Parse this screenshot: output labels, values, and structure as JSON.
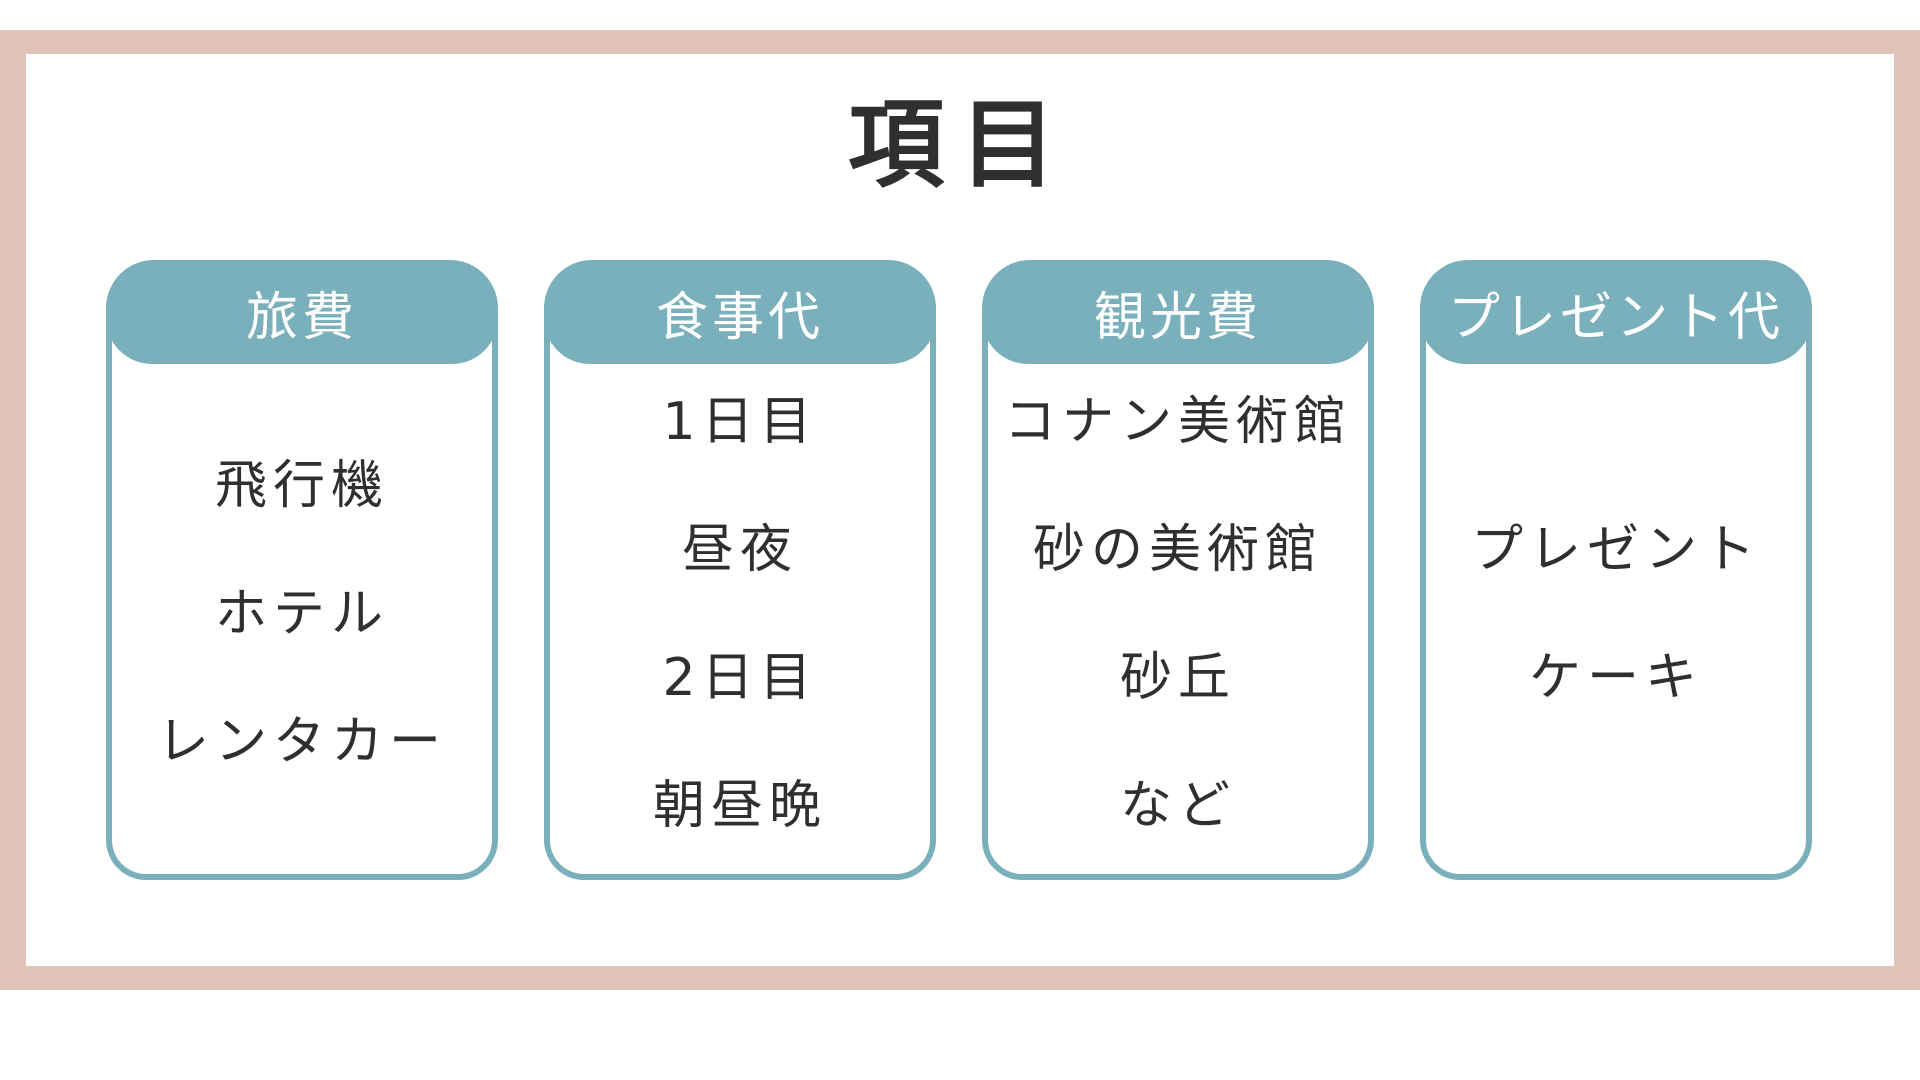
{
  "title": "項目",
  "colors": {
    "frame": "#dfc3b9",
    "accent": "#79b0bb",
    "text": "#2f2f2f"
  },
  "cards": [
    {
      "header": "旅費",
      "items": [
        "飛行機",
        "ホテル",
        "レンタカー"
      ]
    },
    {
      "header": "食事代",
      "items": [
        "1日目",
        "昼夜",
        "2日目",
        "朝昼晩"
      ]
    },
    {
      "header": "観光費",
      "items": [
        "コナン美術館",
        "砂の美術館",
        "砂丘",
        "など"
      ]
    },
    {
      "header": "プレゼント代",
      "items": [
        "プレゼント",
        "ケーキ"
      ]
    }
  ]
}
